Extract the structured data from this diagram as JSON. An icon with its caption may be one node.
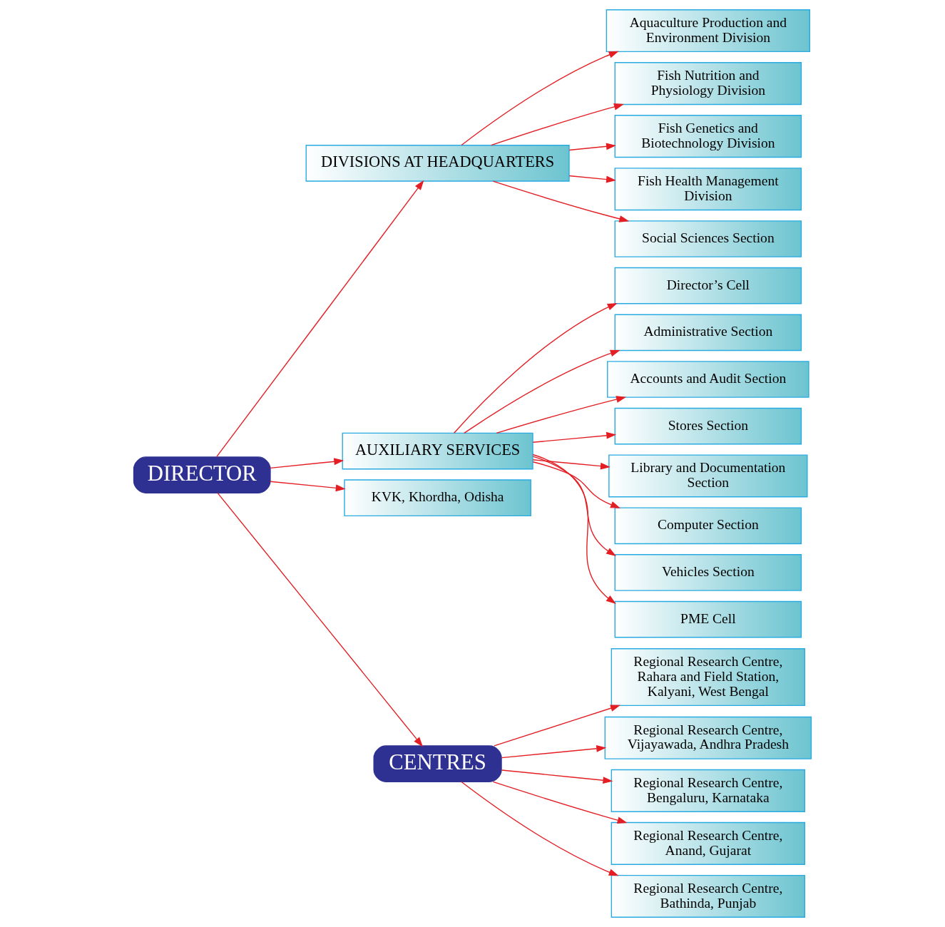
{
  "diagram": {
    "nodes": [
      {
        "text": [
          "DIRECTOR"
        ]
      },
      {
        "text": [
          "DIVISIONS AT HEADQUARTERS"
        ]
      },
      {
        "text": [
          "Aquaculture Production and Environment Division"
        ]
      },
      {
        "text": [
          "Fish Nutrition and Physiology Division"
        ]
      },
      {
        "text": [
          "Fish Genetics and Biotechnology Division"
        ]
      },
      {
        "text": [
          "Fish Health Management Division"
        ]
      },
      {
        "text": [
          "Social Sciences Section"
        ]
      },
      {
        "text": [
          "AUXILIARY SERVICES"
        ]
      },
      {
        "text": [
          "Director’s Cell"
        ]
      },
      {
        "text": [
          "Administrative Section"
        ]
      },
      {
        "text": [
          "Accounts and Audit Section"
        ]
      },
      {
        "text": [
          "Stores Section"
        ]
      },
      {
        "text": [
          "Library and Documentation Section"
        ]
      },
      {
        "text": [
          "Computer Section"
        ]
      },
      {
        "text": [
          "Vehicles Section"
        ]
      },
      {
        "text": [
          "PME Cell"
        ]
      },
      {
        "text": [
          "KVK, Khordha, Odisha"
        ]
      },
      {
        "text": [
          "CENTRES"
        ]
      },
      {
        "text": [
          "Regional Research Centre, Rahara and Field Station, Kalyani, West Bengal"
        ]
      },
      {
        "text": [
          "Regional Research Centre, Vijayawada, Andhra Pradesh"
        ]
      },
      {
        "text": [
          "Regional Research Centre, Bengaluru, Karnataka"
        ]
      },
      {
        "text": [
          "Regional Research Centre, Anand, Gujarat"
        ]
      },
      {
        "text": [
          "Regional Research Centre, Bathinda, Punjab"
        ]
      }
    ],
    "edges": [
      {
        "from": 0,
        "to": 1,
        "arrow": "to"
      },
      {
        "from": 0,
        "to": 7,
        "arrow": "to"
      },
      {
        "from": 0,
        "to": 17,
        "arrow": "to"
      },
      {
        "from": 0,
        "to": 16,
        "arrow": "to"
      },
      {
        "from": 1,
        "to": 2,
        "arrow": "to"
      },
      {
        "from": 1,
        "to": 3,
        "arrow": "to"
      },
      {
        "from": 1,
        "to": 4,
        "arrow": "to"
      },
      {
        "from": 1,
        "to": 5,
        "arrow": "to"
      },
      {
        "from": 1,
        "to": 6,
        "arrow": "to"
      },
      {
        "from": 7,
        "to": 8,
        "arrow": "to"
      },
      {
        "from": 7,
        "to": 9,
        "arrow": "to"
      },
      {
        "from": 7,
        "to": 10,
        "arrow": "to"
      },
      {
        "from": 7,
        "to": 11,
        "arrow": "to"
      },
      {
        "from": 7,
        "to": 12,
        "arrow": "to"
      },
      {
        "from": 7,
        "to": 13,
        "arrow": "to"
      },
      {
        "from": 7,
        "to": 14,
        "arrow": "to"
      },
      {
        "from": 7,
        "to": 15,
        "arrow": "to"
      },
      {
        "from": 17,
        "to": 18,
        "arrow": "to"
      },
      {
        "from": 17,
        "to": 19,
        "arrow": "to"
      },
      {
        "from": 17,
        "to": 20,
        "arrow": "to"
      },
      {
        "from": 17,
        "to": 21,
        "arrow": "to"
      },
      {
        "from": 17,
        "to": 22,
        "arrow": "to"
      }
    ]
  }
}
